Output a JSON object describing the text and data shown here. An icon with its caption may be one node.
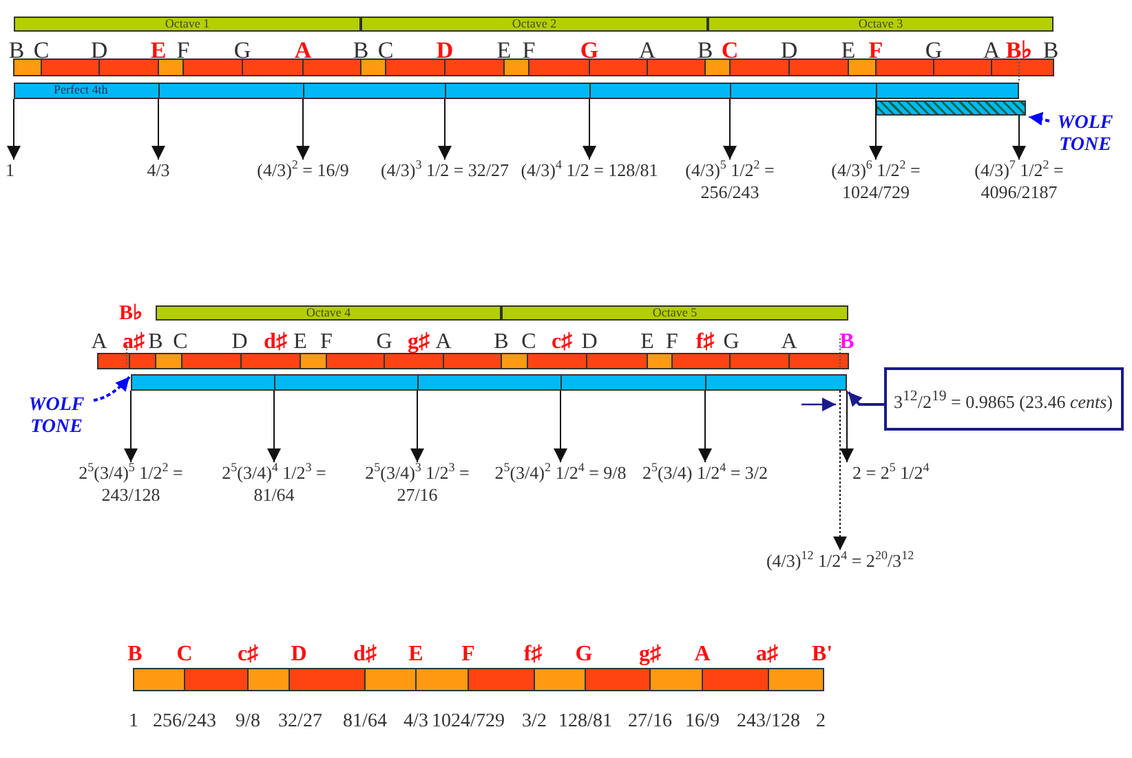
{
  "diagram": {
    "nodes": [
      {
        "text": [
          "Octave 1"
        ]
      },
      {
        "text": [
          "Octave 2"
        ]
      },
      {
        "text": [
          "Octave 3"
        ]
      },
      {
        "text": [
          "Perfect 4th"
        ]
      },
      {
        "text": [],
        "shape": "bar"
      },
      {
        "text": [
          "WOLF TONE"
        ]
      },
      {
        "text": [
          "1"
        ]
      },
      {
        "text": [
          "4/3"
        ]
      },
      {
        "text": [
          "(4/3)$^{2}$ = 16/9"
        ]
      },
      {
        "text": [
          "(4/3)$^{3}$ 1/2 = 32/27"
        ]
      },
      {
        "text": [
          "(4/3)$^{4}$ 1/2 = 128/81"
        ]
      },
      {
        "text": [
          "(4/3)$^{5}$ 1/2$^{2}$ = 256/243"
        ]
      },
      {
        "text": [
          "(4/3)$^{6}$ 1/2$^{2}$ = 1024/729"
        ]
      },
      {
        "text": [
          "(4/3)$^{7}$ 1/2$^{2}$ = 4096/2187"
        ]
      },
      {
        "text": [
          "Octave 4"
        ]
      },
      {
        "text": [
          "Octave 5"
        ]
      },
      {
        "text": [],
        "shape": "bar"
      },
      {
        "text": [
          "WOLF TONE"
        ]
      },
      {
        "text": [
          "2$^{5}$(3/4)$^{5}$ 1/2$^{2}$ = 243/128"
        ]
      },
      {
        "text": [
          "2$^{5}$(3/4)$^{4}$ 1/2$^{3}$ = 81/64"
        ]
      },
      {
        "text": [
          "2$^{5}$(3/4)$^{3}$ 1/2$^{3}$ = 27/16"
        ]
      },
      {
        "text": [
          "2$^{5}$(3/4)$^{2}$ 1/2$^{4}$ = 9/8"
        ]
      },
      {
        "text": [
          "2$^{5}$(3/4) 1/2$^{4}$ = 3/2"
        ]
      },
      {
        "text": [
          "2 = 2$^{5}$ 1/2$^{4}$"
        ]
      },
      {
        "text": [
          "(4/3)$^{12}$ 1/2$^{4}$ = 2$^{20}$/3$^{12}$"
        ]
      },
      {
        "text": [
          "3$^{12}$/2$^{19}$ = 0.9865 (23.46 *cents*)"
        ]
      }
    ],
    "edges": [
      {
        "from": 3,
        "to": 6,
        "arrow": "to"
      },
      {
        "from": 3,
        "to": 7,
        "arrow": "to"
      },
      {
        "from": 3,
        "to": 8,
        "arrow": "to"
      },
      {
        "from": 3,
        "to": 9,
        "arrow": "to"
      },
      {
        "from": 3,
        "to": 10,
        "arrow": "to"
      },
      {
        "from": 3,
        "to": 11,
        "arrow": "to"
      },
      {
        "from": 3,
        "to": 12,
        "arrow": "to"
      },
      {
        "from": 4,
        "to": 13,
        "arrow": "to"
      },
      {
        "from": 5,
        "to": 4,
        "arrow": "to",
        "style": "dashed",
        "color": "#0000ff"
      },
      {
        "from": 16,
        "to": 18,
        "arrow": "to"
      },
      {
        "from": 16,
        "to": 19,
        "arrow": "to"
      },
      {
        "from": 16,
        "to": 20,
        "arrow": "to"
      },
      {
        "from": 16,
        "to": 21,
        "arrow": "to"
      },
      {
        "from": 16,
        "to": 22,
        "arrow": "to"
      },
      {
        "from": 16,
        "to": 23,
        "arrow": "to"
      },
      {
        "from": 16,
        "to": 24,
        "arrow": "to",
        "style": "dashed"
      },
      {
        "from": 17,
        "to": 16,
        "arrow": "to",
        "style": "dashed",
        "color": "#0000ff"
      },
      {
        "from": 25,
        "to": 16,
        "arrow": "to",
        "color": "#1a1a8c"
      }
    ],
    "labels": [
      "B",
      "C",
      "D",
      "E",
      "F",
      "G",
      "A",
      "B",
      "C",
      "D",
      "E",
      "F",
      "G",
      "A",
      "B",
      "C",
      "D",
      "E",
      "F",
      "G",
      "A",
      "B♭",
      "B",
      "B♭",
      "A",
      "a♯",
      "B",
      "C",
      "D",
      "d♯",
      "E",
      "F",
      "G",
      "g♯",
      "A",
      "B",
      "C",
      "c♯",
      "D",
      "E",
      "F",
      "f♯",
      "G",
      "A",
      "B",
      "B",
      "C",
      "c♯",
      "D",
      "d♯",
      "E",
      "F",
      "f♯",
      "G",
      "g♯",
      "A",
      "a♯",
      "B'",
      "1",
      "256/243",
      "9/8",
      "32/27",
      "81/64",
      "4/3",
      "1024/729",
      "3/2",
      "128/81",
      "27/16",
      "16/9",
      "243/128",
      "2"
    ]
  }
}
